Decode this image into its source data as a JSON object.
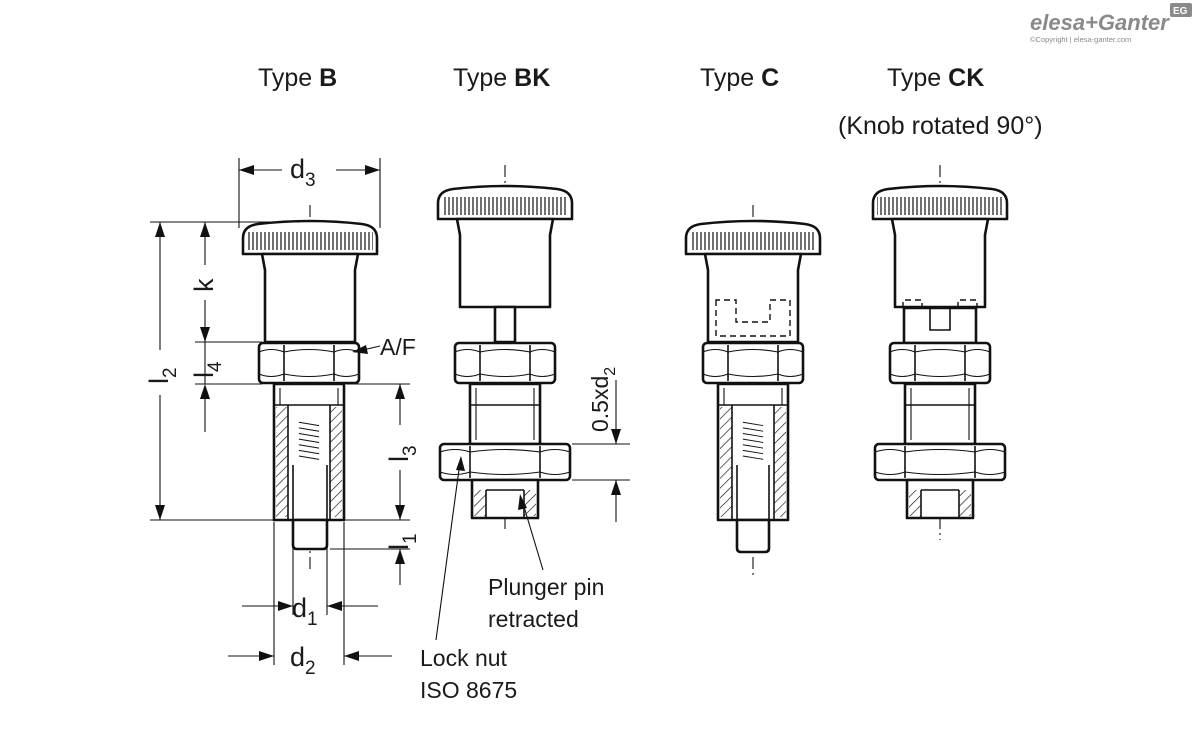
{
  "brand": {
    "logo_text": "elesa+Ganter",
    "logo_badge": "EG",
    "copyright": "©Copyright | elesa-ganter.com"
  },
  "types": {
    "b": {
      "prefix": "Type",
      "code": "B"
    },
    "bk": {
      "prefix": "Type",
      "code": "BK"
    },
    "c": {
      "prefix": "Type",
      "code": "C"
    },
    "ck": {
      "prefix": "Type",
      "code": "CK",
      "note": "(Knob rotated 90°)"
    }
  },
  "dimensions": {
    "d3": {
      "base": "d",
      "sub": "3"
    },
    "k": "k",
    "l2": {
      "base": "l",
      "sub": "2"
    },
    "l4": {
      "base": "l",
      "sub": "4"
    },
    "l3": {
      "base": "l",
      "sub": "3"
    },
    "l1": {
      "base": "l",
      "sub": "1"
    },
    "d1": {
      "base": "d",
      "sub": "1"
    },
    "d2": {
      "base": "d",
      "sub": "2"
    },
    "af": "A/F",
    "half_d2": {
      "base": "0.5xd",
      "sub": "2"
    }
  },
  "callouts": {
    "plunger": [
      "Plunger pin",
      "retracted"
    ],
    "lock_nut": [
      "Lock nut",
      "ISO 8675"
    ]
  }
}
